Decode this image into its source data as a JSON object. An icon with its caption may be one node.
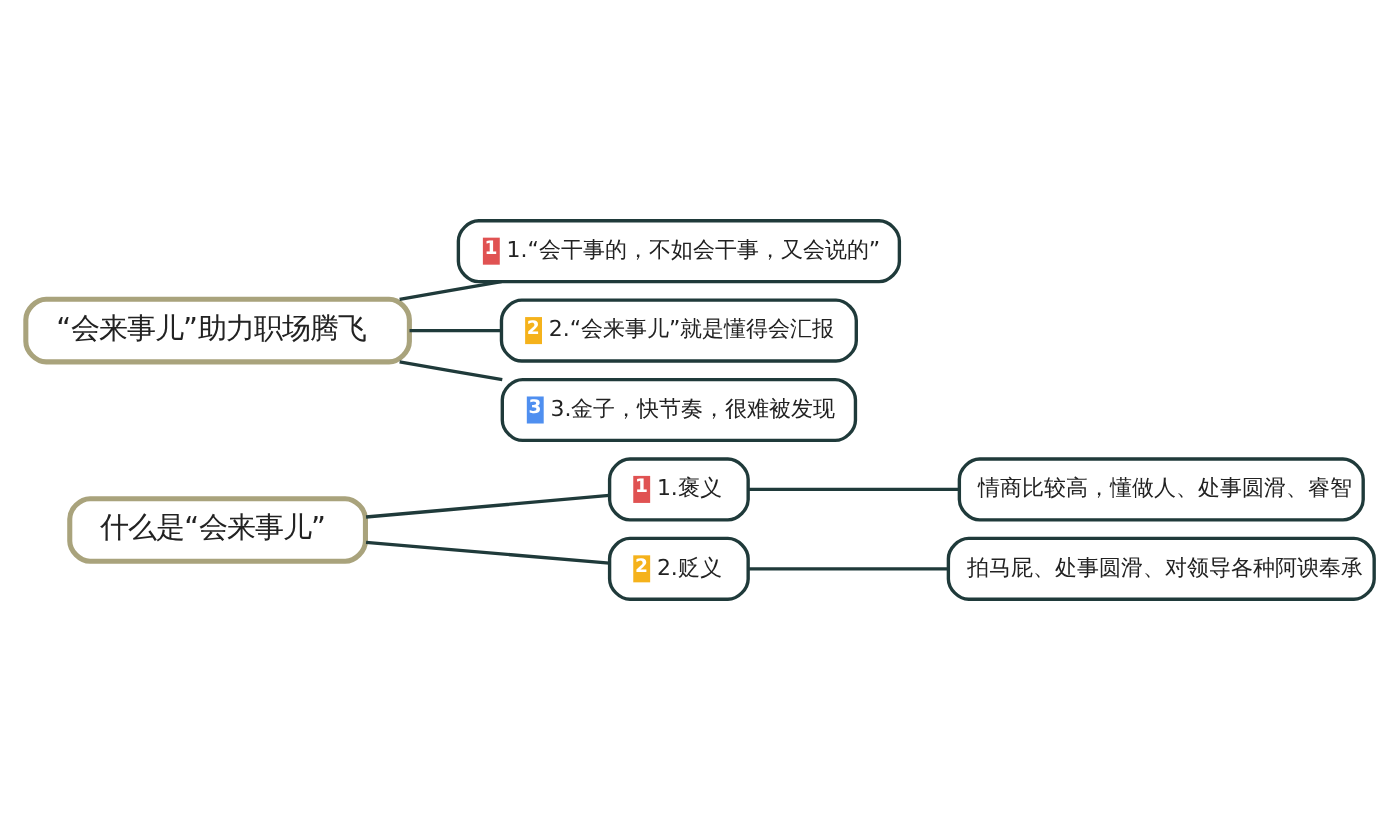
{
  "diagram": {
    "nodes": [
      {
        "text": [
          "什么是“会来事儿”"
        ]
      },
      {
        "text": [
          "1",
          "1.褒义"
        ]
      },
      {
        "text": [
          "情商比较高，懂做人、处事圆滑、睿智"
        ]
      },
      {
        "text": [
          "2",
          "2.贬义"
        ]
      },
      {
        "text": [
          "拍马屁、处事圆滑、对领导各种阿谀奉承"
        ]
      },
      {
        "text": [
          "“会来事儿”助力职场腾飞"
        ]
      },
      {
        "text": [
          "1",
          "1.“会干事的，不如会干事，又会说的”"
        ]
      },
      {
        "text": [
          "2",
          "2.“会来事儿”就是懂得会汇报"
        ]
      },
      {
        "text": [
          "3",
          "3.金子，快节奏，很难被发现"
        ]
      }
    ],
    "edges": [
      {
        "from": 0,
        "to": 1,
        "arrow": "none"
      },
      {
        "from": 1,
        "to": 2,
        "arrow": "none"
      },
      {
        "from": 0,
        "to": 3,
        "arrow": "none"
      },
      {
        "from": 3,
        "to": 4,
        "arrow": "none"
      },
      {
        "from": 5,
        "to": 6,
        "arrow": "none"
      },
      {
        "from": 5,
        "to": 7,
        "arrow": "none"
      },
      {
        "from": 5,
        "to": 8,
        "arrow": "none"
      }
    ]
  }
}
